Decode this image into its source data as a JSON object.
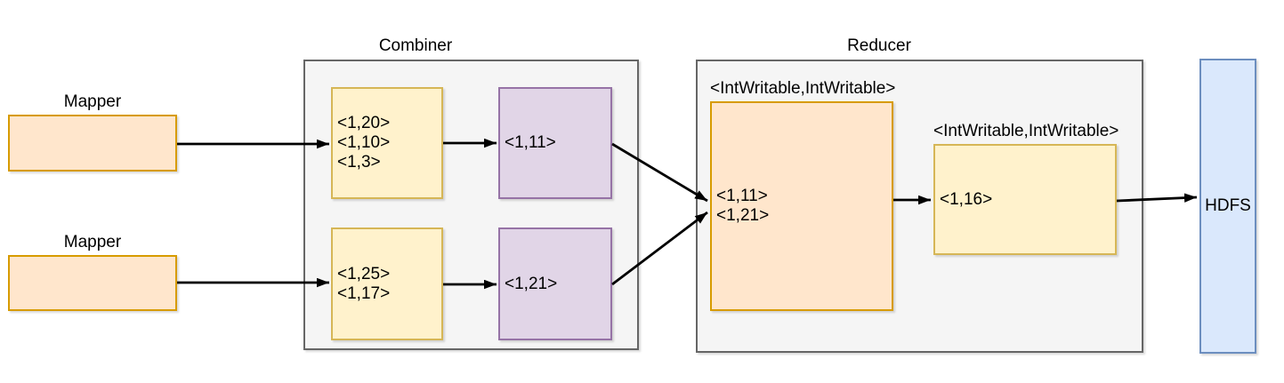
{
  "diagram_type": "mapreduce-flow",
  "mappers": [
    {
      "label": "Mapper"
    },
    {
      "label": "Mapper"
    }
  ],
  "combiner": {
    "title": "Combiner",
    "input_boxes": [
      {
        "lines": [
          "<1,20>",
          "<1,10>",
          "<1,3>"
        ]
      },
      {
        "lines": [
          "<1,25>",
          "<1,17>"
        ]
      }
    ],
    "output_boxes": [
      {
        "lines": [
          "<1,11>"
        ]
      },
      {
        "lines": [
          "<1,21>"
        ]
      }
    ]
  },
  "reducer": {
    "title": "Reducer",
    "input_type_label": "<IntWritable,IntWritable>",
    "input_box_lines": [
      "<1,11>",
      "<1,21>"
    ],
    "output_type_label": "<IntWritable,IntWritable>",
    "output_box_lines": [
      "<1,16>"
    ]
  },
  "hdfs": {
    "label": "HDFS"
  },
  "connections": [
    "mapper1 -> combiner-input-box-1",
    "mapper2 -> combiner-input-box-2",
    "combiner-input-box-1 -> combiner-output-box-1",
    "combiner-input-box-2 -> combiner-output-box-2",
    "combiner-output-box-1 -> reducer-input-box",
    "combiner-output-box-2 -> reducer-input-box",
    "reducer-input-box -> reducer-output-box",
    "reducer-output-box -> hdfs"
  ],
  "colors": {
    "orange_fill": "#ffe6cc",
    "orange_border": "#d79b00",
    "yellow_fill": "#fff2cc",
    "yellow_border": "#d6b656",
    "purple_fill": "#e1d5e7",
    "purple_border": "#9673a6",
    "blue_fill": "#dae8fc",
    "blue_border": "#6c8ebf",
    "container_fill": "#f5f5f5",
    "container_border": "#666666",
    "arrow": "#000000"
  }
}
